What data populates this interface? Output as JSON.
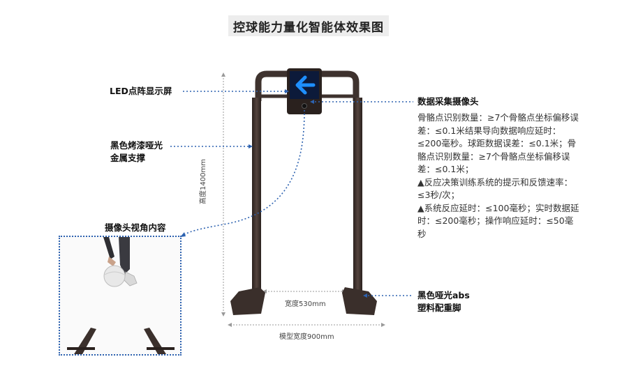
{
  "title": "控球能力量化智能体效果图",
  "labels": {
    "led": "LED点阵显示屏",
    "support_line1": "黑色烤漆哑光",
    "support_line2": "金属支撑",
    "camera_view": "摄像头视角内容",
    "camera": "数据采集摄像头",
    "feet_line1": "黑色哑光abs",
    "feet_line2": "塑料配重脚"
  },
  "description": [
    "骨骼点识别数量：≥7个骨骼点坐标偏移误差：≤0.1米结果导向数据响应延时：≤200毫秒。球距数据误差：≤0.1米；骨骼点识别数量：≥7个骨骼点坐标偏移误差：≤0.1米；",
    "▲反应决策训练系统的提示和反馈速率：≤3秒/次；",
    "▲系统反应延时：≤100毫秒；实时数据延时：≤200毫秒；操作响应延时：≤50毫秒"
  ],
  "dimensions": {
    "height": "高度1400mm",
    "inner_width": "宽度530mm",
    "model_width": "模型宽度900mm"
  },
  "colors": {
    "frame": "#3e322e",
    "frame_dark": "#2a211e",
    "led_blue": "#1e8fff",
    "callout": "#2d62b0"
  },
  "icons": {
    "led_arrow": "arrow-left-icon"
  }
}
